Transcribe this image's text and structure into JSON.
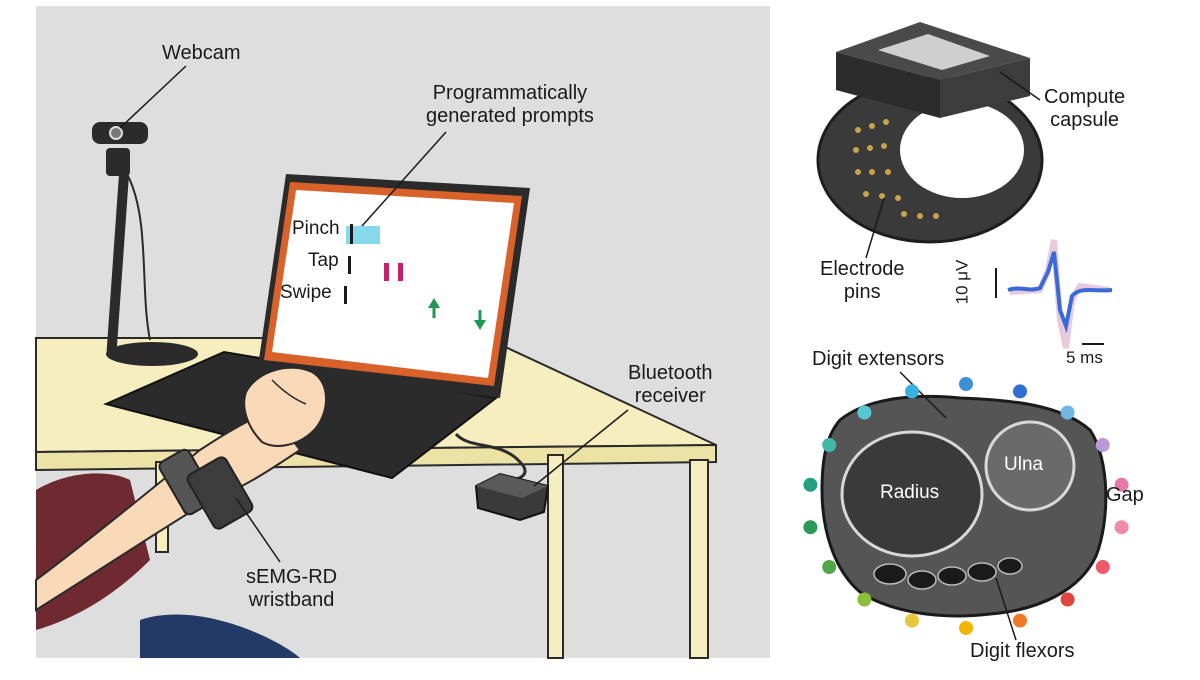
{
  "setup": {
    "labels": {
      "webcam": "Webcam",
      "prompts_line1": "Programmatically",
      "prompts_line2": "generated prompts",
      "bluetooth_line1": "Bluetooth",
      "bluetooth_line2": "receiver",
      "wristband_line1": "sEMG-RD",
      "wristband_line2": "wristband"
    },
    "screen_prompts": [
      "Pinch",
      "Tap",
      "Swipe"
    ],
    "colors": {
      "wall": "#dedede",
      "table": "#f6eebf",
      "laptop_body": "#2b2b2b",
      "screen_frame": "#d9622b",
      "pinch_highlight": "#86d8ec",
      "tap_marks": "#c8206e",
      "swipe_arrows": "#1e9a55",
      "skin": "#f9d9b8",
      "sleeve": "#6f2a31"
    }
  },
  "device": {
    "labels": {
      "compute_line1": "Compute",
      "compute_line2": "capsule",
      "electrode_line1": "Electrode",
      "electrode_line2": "pins"
    },
    "scale": {
      "voltage": "10 μV",
      "time": "5 ms"
    },
    "colors": {
      "waveform": "#3a6ad8",
      "waveform_faint": "#d9a6c8"
    }
  },
  "anatomy": {
    "labels": {
      "digit_extensors": "Digit extensors",
      "ulna": "Ulna",
      "radius": "Radius",
      "gap": "Gap",
      "digit_flexors": "Digit flexors"
    },
    "electrode_colors": [
      "#3f8fd6",
      "#2f6fd0",
      "#6fb8e6",
      "#b99ad6",
      "#e87aa8",
      "#f08aa6",
      "#ee5a6a",
      "#e0453e",
      "#f07a2a",
      "#f5b400",
      "#e8c83a",
      "#8bbf3a",
      "#52a64a",
      "#2e9a5a",
      "#22a080",
      "#40b8a8",
      "#58c8d0",
      "#3ab0e0"
    ]
  }
}
